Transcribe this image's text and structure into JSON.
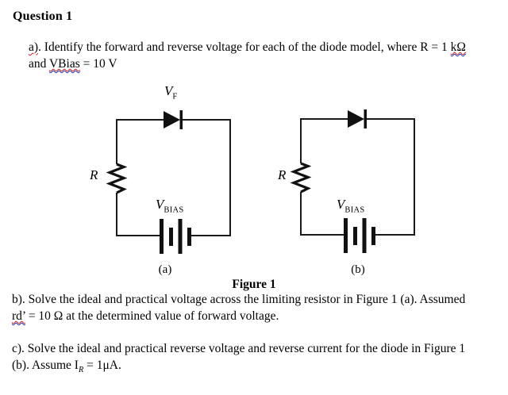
{
  "document": {
    "heading": "Question 1",
    "paragraph_a": [
      {
        "t": "a)",
        "c": "wr"
      },
      {
        "t": ". Identify the forward and reverse voltage for each of the diode model, where R = 1 "
      },
      {
        "t": "kΩ",
        "c": "wrb",
        "c2": "wb2"
      },
      {
        "br": true
      },
      {
        "t": "and "
      },
      {
        "t": "VBias",
        "c": "wrb",
        "c2": "wb2"
      },
      {
        "t": " = 10 V"
      }
    ],
    "paragraph_b": [
      {
        "t": "b). Solve the ideal and practical voltage across the limiting resistor in Figure 1 (a). Assumed"
      },
      {
        "br": true
      },
      {
        "t": "rd’",
        "c": "wrb",
        "c2": "wb2"
      },
      {
        "t": " = 10 Ω at the determined value of forward voltage."
      }
    ],
    "paragraph_c": [
      {
        "t": "c). Solve the ideal and practical reverse voltage and reverse current for the diode in Figure 1"
      },
      {
        "br": true
      },
      {
        "t": "(b). Assume I"
      },
      {
        "t": "R",
        "sub": true,
        "c": "it"
      },
      {
        "t": " = 1μA."
      }
    ]
  },
  "figure": {
    "caption": "Figure 1",
    "circuit_a": {
      "diode_label": [
        {
          "t": "V"
        },
        {
          "t": "F",
          "sub": true
        }
      ],
      "resistor_label": "R",
      "source_label": [
        {
          "t": "V"
        },
        {
          "t": "BIAS",
          "sub": true
        }
      ],
      "subfigure_label": "(a)"
    },
    "circuit_b": {
      "resistor_label": "R",
      "source_label": [
        {
          "t": "V"
        },
        {
          "t": "BIAS",
          "sub": true
        }
      ],
      "subfigure_label": "(b)"
    }
  },
  "colors": {
    "background": "#ffffff",
    "ink": "#000000",
    "wire": "#1a1a1a",
    "spellcheck_red": "#cc2222",
    "grammar_blue": "#2233bb"
  }
}
